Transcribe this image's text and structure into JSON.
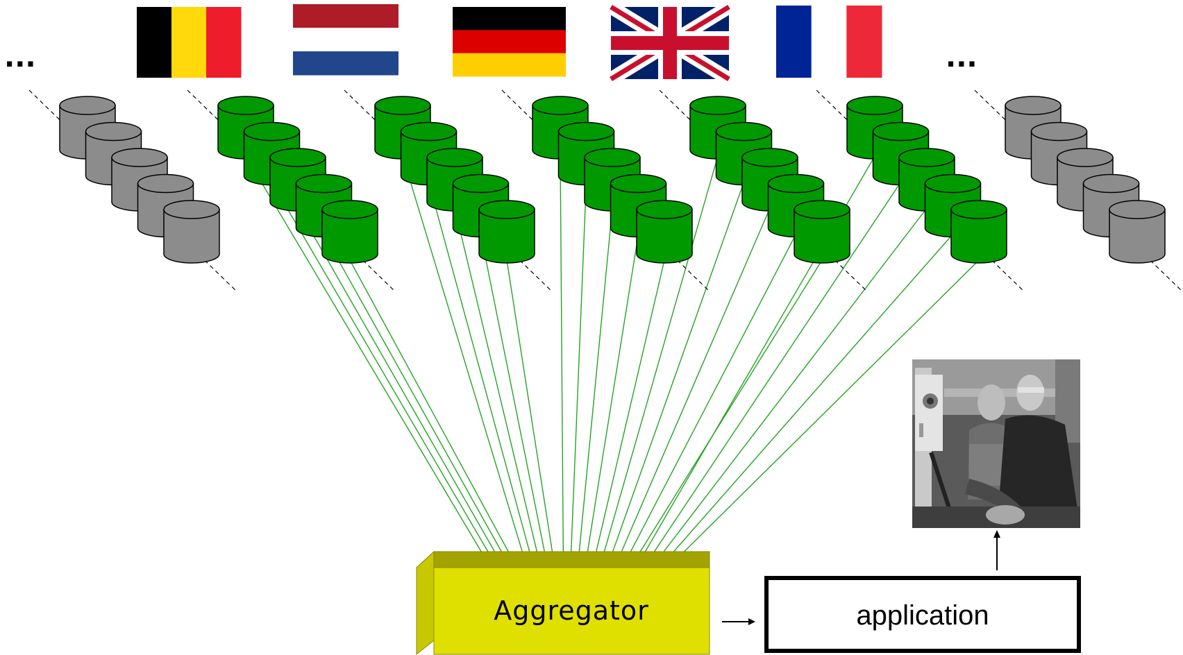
{
  "diagram": {
    "ellipsis_left": "...",
    "ellipsis_right": "...",
    "flags": [
      {
        "country": "belgium",
        "stripes": "vertical",
        "colors": [
          "#000000",
          "#FFD90C",
          "#EF1C2C"
        ]
      },
      {
        "country": "netherlands",
        "stripes": "horizontal",
        "colors": [
          "#AE1C28",
          "#FFFFFF",
          "#21468B"
        ]
      },
      {
        "country": "germany",
        "stripes": "horizontal",
        "colors": [
          "#000000",
          "#DD0000",
          "#FFCE00"
        ]
      },
      {
        "country": "united-kingdom",
        "stripes": "union-jack",
        "colors": [
          "#012169",
          "#FFFFFF",
          "#C8102E"
        ]
      },
      {
        "country": "france",
        "stripes": "vertical",
        "colors": [
          "#002395",
          "#FFFFFF",
          "#ED2939"
        ]
      }
    ],
    "database_stacks": [
      {
        "status": "inactive",
        "count": 5
      },
      {
        "status": "active",
        "count": 5
      },
      {
        "status": "active",
        "count": 5
      },
      {
        "status": "active",
        "count": 5
      },
      {
        "status": "active",
        "count": 5
      },
      {
        "status": "active",
        "count": 5
      },
      {
        "status": "inactive",
        "count": 5
      }
    ],
    "colors": {
      "active_db": "#009A00",
      "inactive_db": "#8C8C8C",
      "connection_line": "#22A422",
      "aggregator_front": "#E0E000",
      "aggregator_top": "#A3A300",
      "aggregator_side": "#C8C800"
    },
    "aggregator_label": "Aggregator",
    "application_label": "application",
    "photo_icon": "workers-photo-icon"
  }
}
